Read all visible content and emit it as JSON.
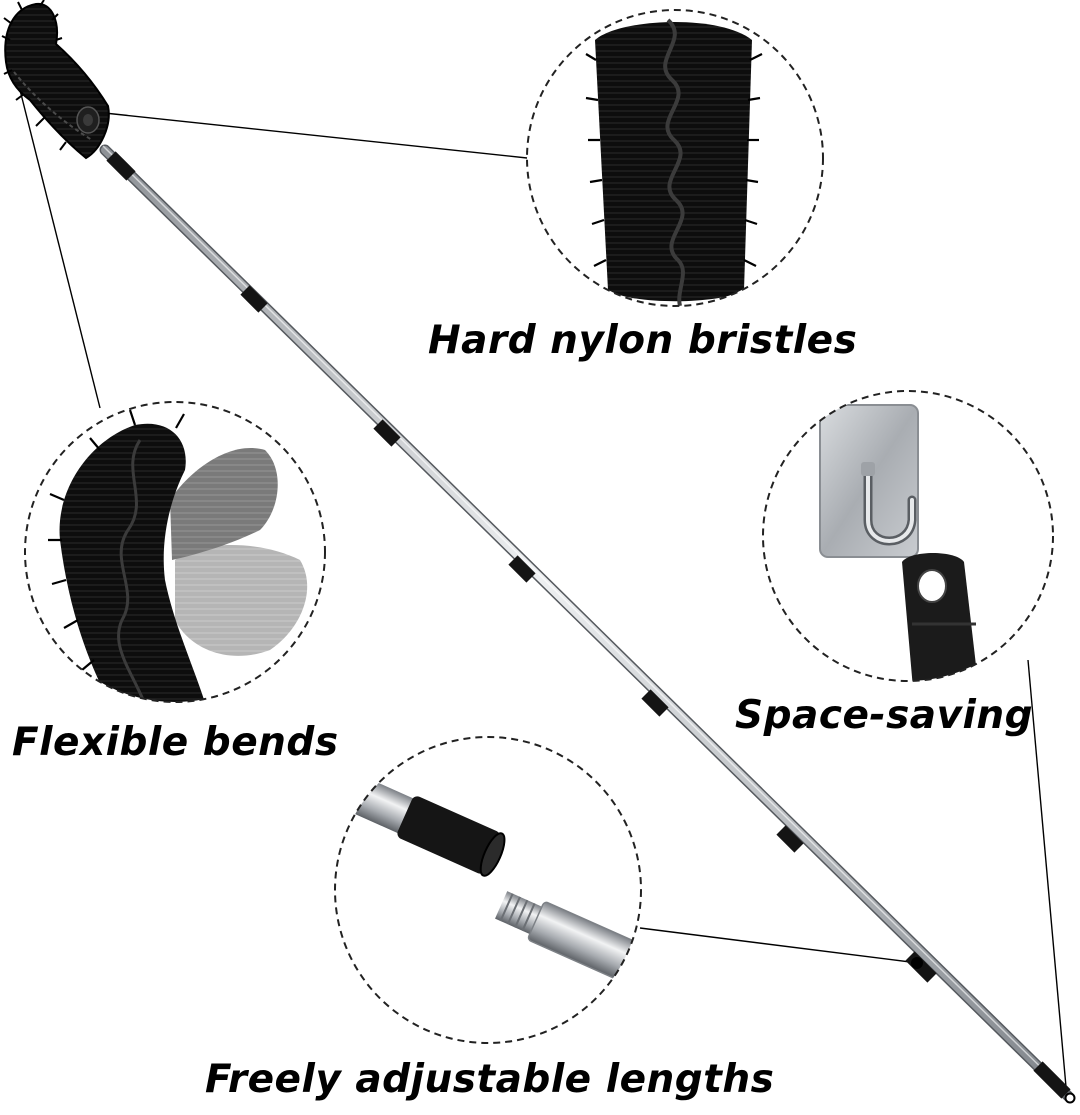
{
  "features": {
    "bristles": {
      "caption": "Hard nylon bristles",
      "icon": "brush-head-detail"
    },
    "space_saving": {
      "caption": "Space-saving",
      "icon": "wall-hook-detail"
    },
    "bends": {
      "caption": "Flexible bends",
      "icon": "bending-brush-detail"
    },
    "lengths": {
      "caption": "Freely adjustable lengths",
      "icon": "telescopic-joint-detail"
    }
  },
  "colors": {
    "bristle": "#111111",
    "pole": "#c4c8cc",
    "pole_band": "#1a1a1a",
    "dashed_circle": "#222222"
  }
}
